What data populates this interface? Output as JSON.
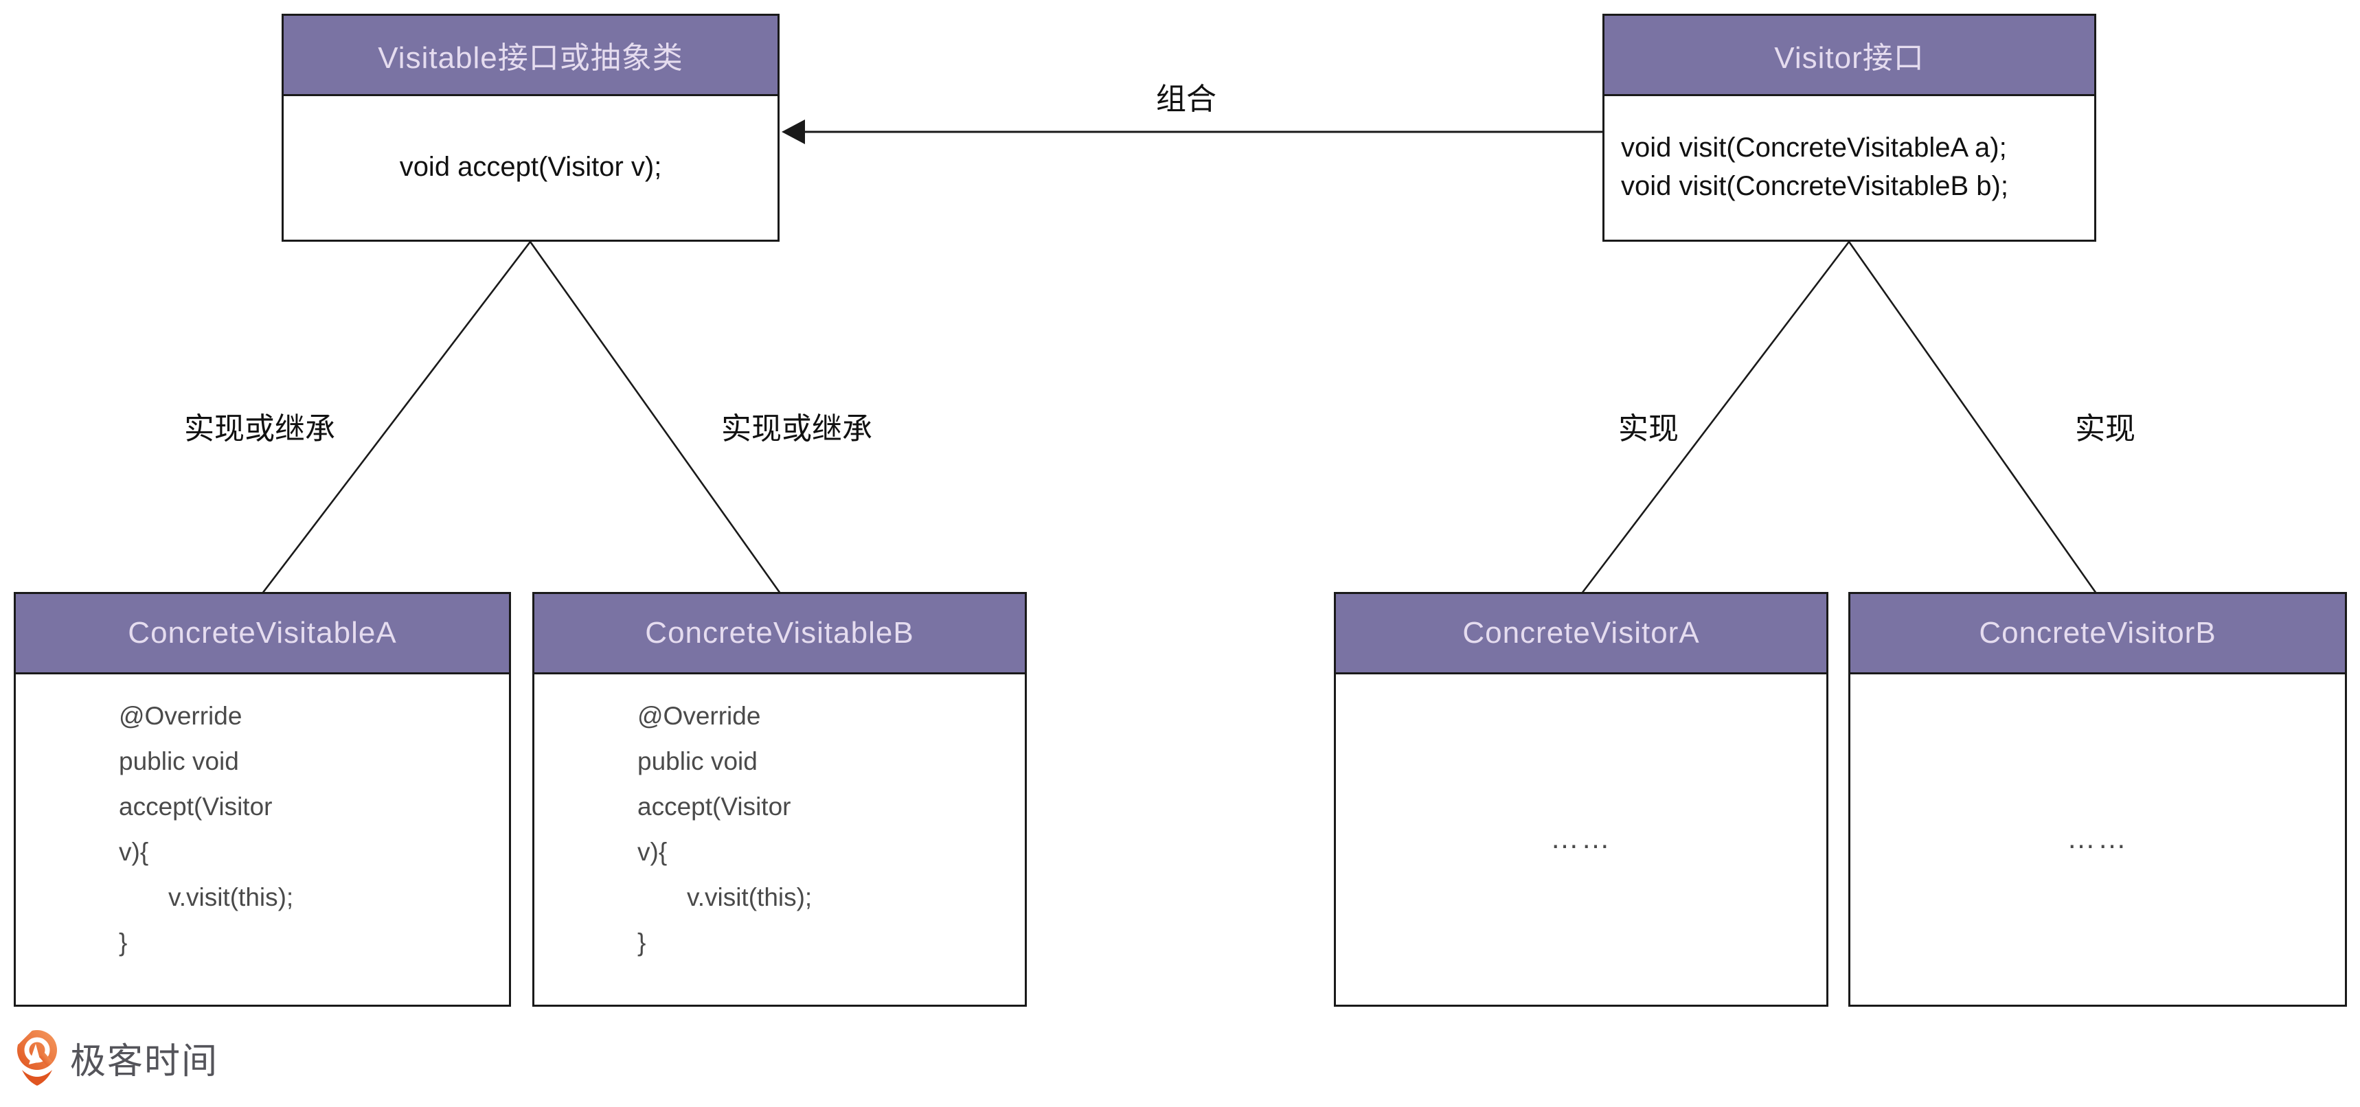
{
  "diagram": {
    "classes": {
      "visitable": {
        "title": "Visitable接口或抽象类",
        "method": "void accept(Visitor v);"
      },
      "visitor": {
        "title": "Visitor接口",
        "methods": [
          "void visit(ConcreteVisitableA a);",
          "void visit(ConcreteVisitableB b);"
        ]
      },
      "concrete_visitable_a": {
        "title": "ConcreteVisitableA",
        "code": [
          "@Override",
          "public void",
          "accept(Visitor",
          "v){",
          "       v.visit(this);",
          "}"
        ]
      },
      "concrete_visitable_b": {
        "title": "ConcreteVisitableB",
        "code": [
          "@Override",
          "public void",
          "accept(Visitor",
          "v){",
          "       v.visit(this);",
          "}"
        ]
      },
      "concrete_visitor_a": {
        "title": "ConcreteVisitorA",
        "body": "……"
      },
      "concrete_visitor_b": {
        "title": "ConcreteVisitorB",
        "body": "……"
      }
    },
    "edge_labels": {
      "composition": "组合",
      "left_a": "实现或继承",
      "left_b": "实现或继承",
      "right_a": "实现",
      "right_b": "实现"
    },
    "colors": {
      "header_bg": "#7a73a3",
      "header_text": "#e5dcef",
      "border": "#1a1a1a",
      "code_text": "#4a4a4a",
      "label_text": "#111111",
      "background": "#ffffff",
      "logo_orange": "#e8632c",
      "logo_text_color": "#54545a"
    }
  },
  "footer": {
    "logo_text": "极客时间"
  }
}
